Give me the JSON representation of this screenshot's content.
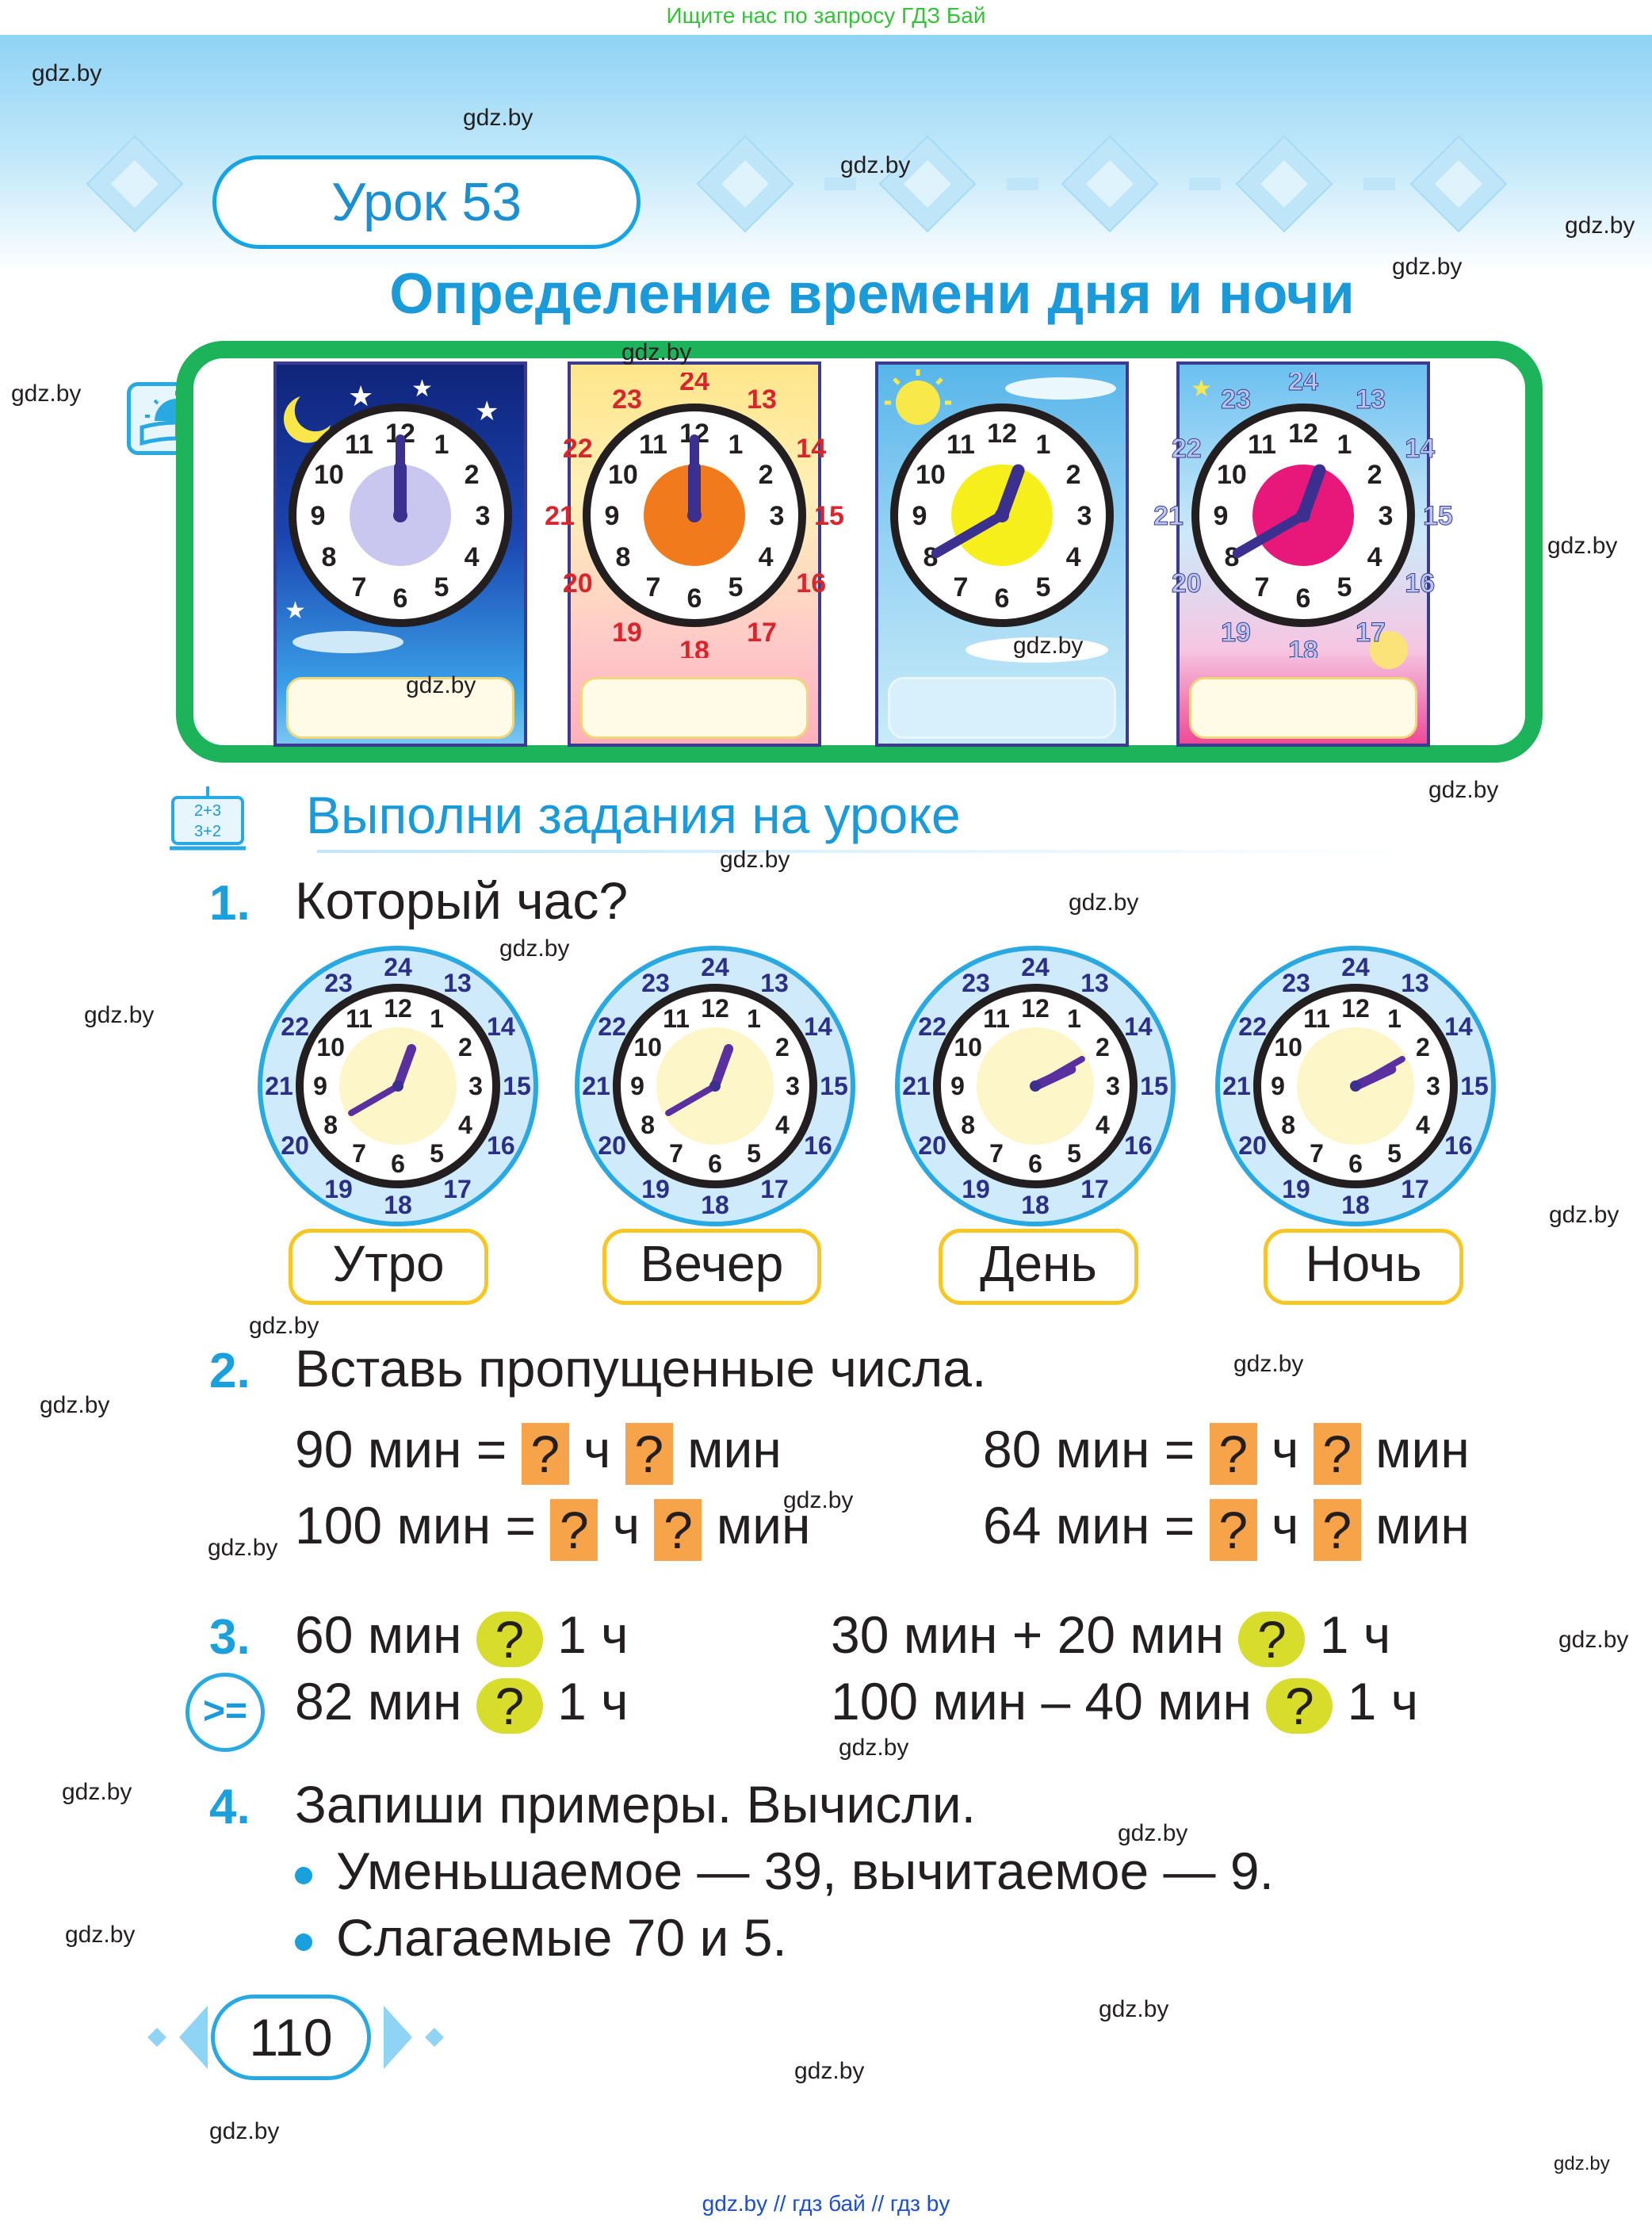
{
  "top_banner": "Ищите нас по запросу ГДЗ Бай",
  "lesson": "Урок 53",
  "title": "Определение времени дня и ночи",
  "section_title": "Выполни задания на уроке",
  "board_icon_lines": [
    "2+3",
    "3+2"
  ],
  "colors": {
    "accent": "#1a9ad8",
    "frame": "#1db35a",
    "answer_box": "#f7a34a",
    "compare_circle": "#d8dc2a",
    "pill_border": "#f6c623"
  },
  "intro_clocks": [
    {
      "theme": "night",
      "center": "#c9c6ef",
      "hour": 12,
      "minute": 0,
      "outer": []
    },
    {
      "theme": "evening",
      "center": "#f07a1c",
      "hour": 12,
      "minute": 0,
      "outer": [
        "13",
        "14",
        "15",
        "16",
        "17",
        "18",
        "19",
        "20",
        "21",
        "22",
        "23",
        "24"
      ]
    },
    {
      "theme": "morning",
      "center": "#f6ef1c",
      "hour": 12,
      "minute": 40,
      "outer": []
    },
    {
      "theme": "day",
      "center": "#e8187a",
      "hour": 12,
      "minute": 40,
      "outer": [
        "13",
        "14",
        "15",
        "16",
        "17",
        "18",
        "19",
        "20",
        "21",
        "22",
        "23",
        "24"
      ]
    }
  ],
  "task1": {
    "number": "1.",
    "question": "Который час?",
    "clock_outer": [
      "13",
      "14",
      "15",
      "16",
      "17",
      "18",
      "19",
      "20",
      "21",
      "22",
      "23",
      "24"
    ],
    "clock_inner": [
      "1",
      "2",
      "3",
      "4",
      "5",
      "6",
      "7",
      "8",
      "9",
      "10",
      "11",
      "12"
    ],
    "clocks": [
      {
        "hour": 12,
        "minute": 40
      },
      {
        "hour": 12,
        "minute": 40
      },
      {
        "hour": 2,
        "minute": 10
      },
      {
        "hour": 2,
        "minute": 10
      }
    ],
    "labels": [
      "Утро",
      "Вечер",
      "День",
      "Ночь"
    ]
  },
  "task2": {
    "number": "2.",
    "question": "Вставь пропущенные числа.",
    "rows": [
      {
        "left": "90 мин =",
        "right": "80 мин ="
      },
      {
        "left": "100 мин =",
        "right": "64 мин ="
      }
    ],
    "q_mark": "?",
    "h": "ч",
    "min": "мин"
  },
  "task3": {
    "number": "3.",
    "icon_text": ">=",
    "q_mark": "?",
    "items": [
      {
        "a": "60 мин",
        "b": "1 ч"
      },
      {
        "a": "30 мин + 20 мин",
        "b": "1 ч"
      },
      {
        "a": "82 мин",
        "b": "1 ч"
      },
      {
        "a": "100 мин – 40 мин",
        "b": "1 ч"
      }
    ]
  },
  "task4": {
    "number": "4.",
    "question": "Запиши примеры. Вычисли.",
    "bullets": [
      "Уменьшаемое — 39, вычитаемое — 9.",
      "Слагаемые 70 и 5."
    ]
  },
  "page_number": "110",
  "watermark": "gdz.by",
  "footer": "gdz.by  //  гдз бай  //  гдз by"
}
